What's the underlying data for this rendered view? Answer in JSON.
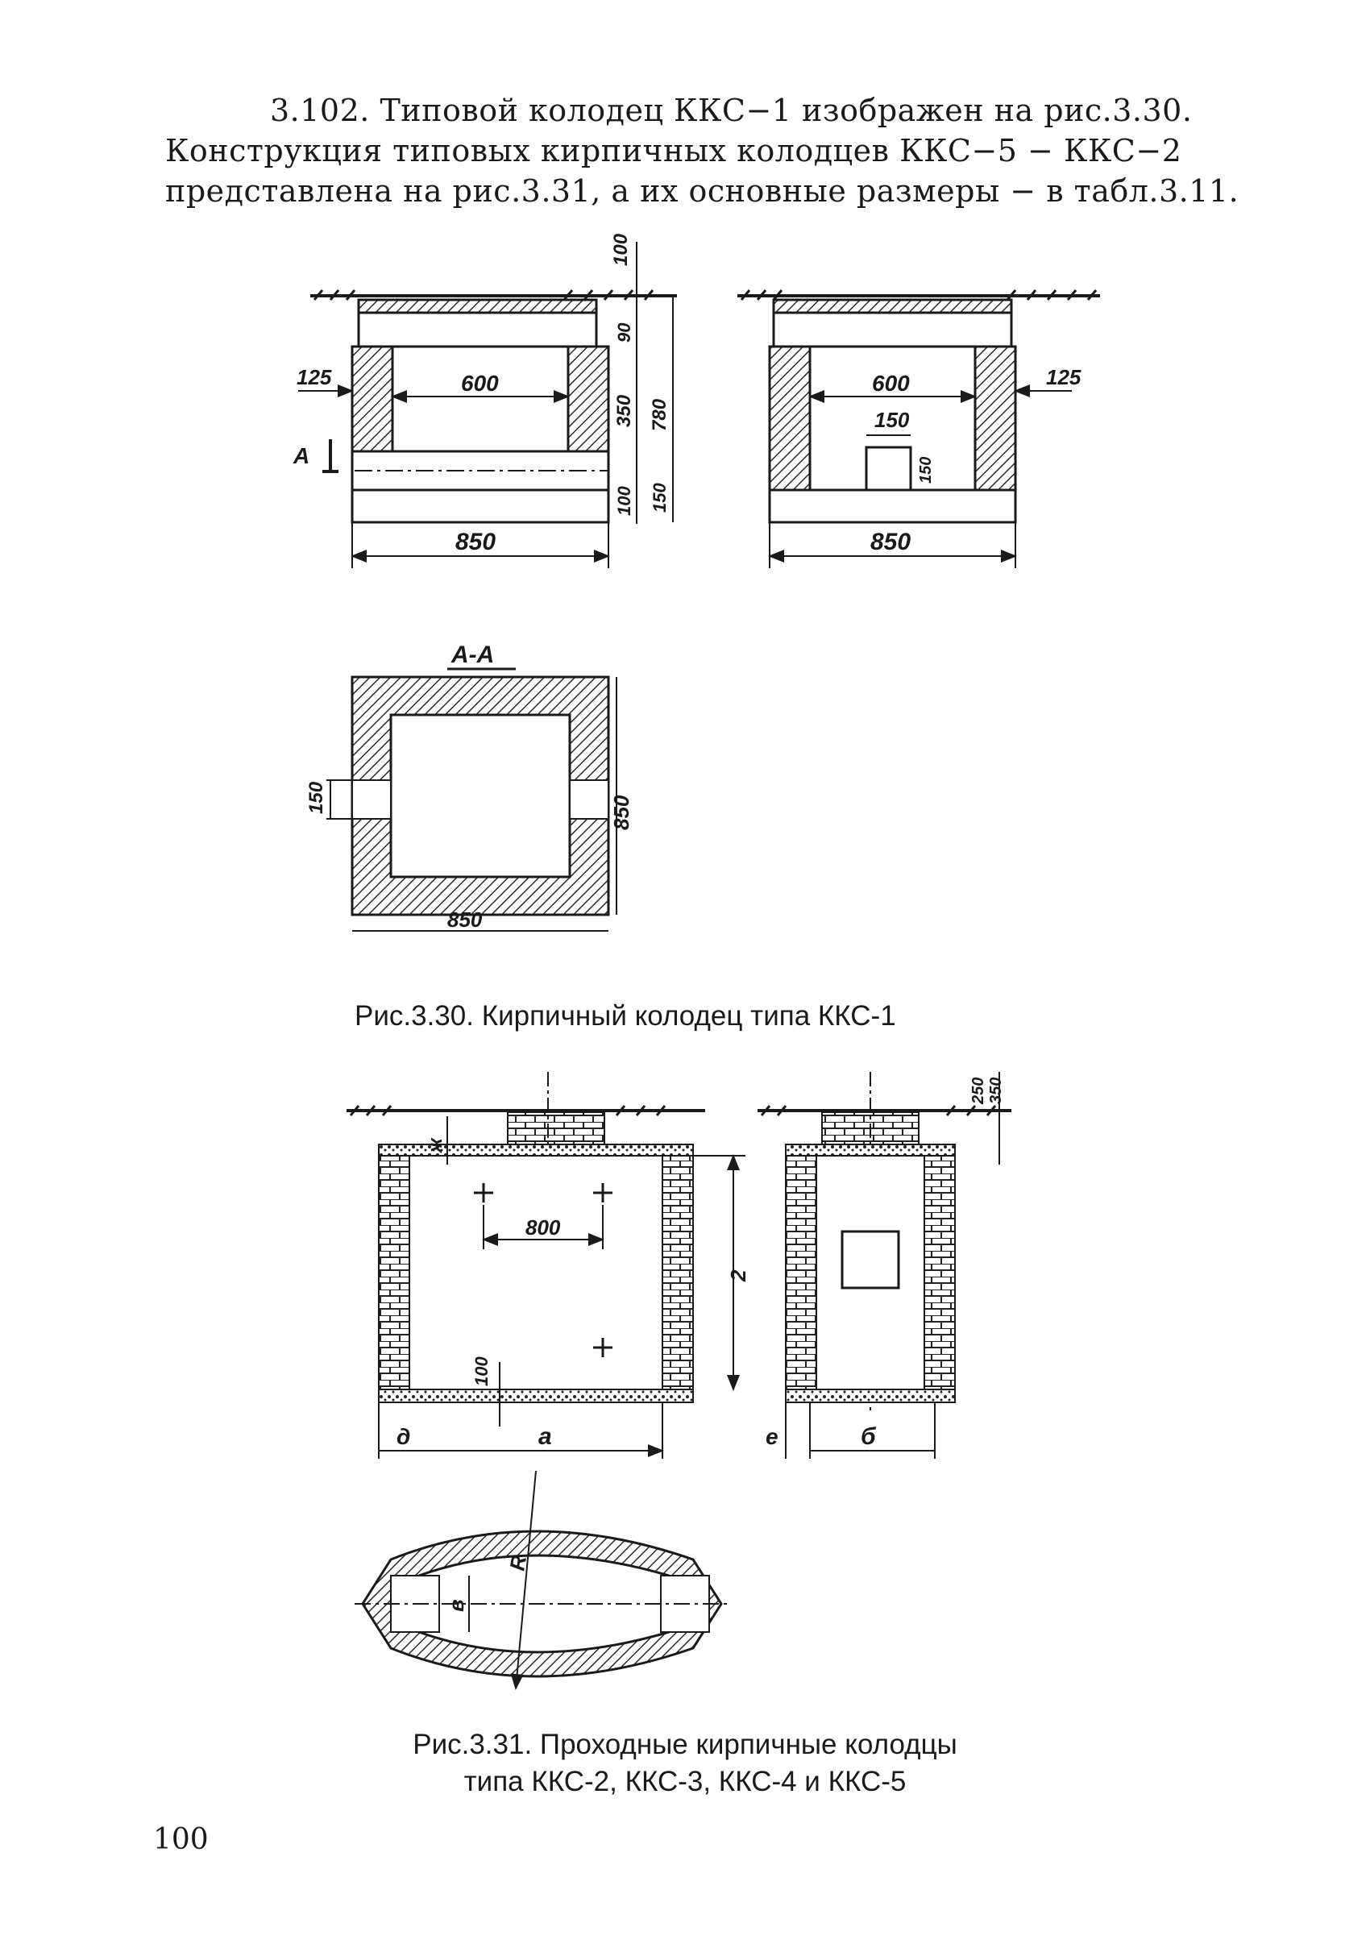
{
  "paragraph": {
    "line1": "3.102. Типовой колодец ККС−1 изображен на рис.3.30.",
    "line2": "Конструкция типовых кирпичных колодцев ККС−5 − ККС−2",
    "line3": "представлена на рис.3.31, а их основные размеры − в табл.3.11."
  },
  "fig330": {
    "caption": "Рис.3.30. Кирпичный колодец типа ККС-1",
    "left_view": {
      "dims": [
        "100",
        "90",
        "125",
        "600",
        "350",
        "780",
        "150",
        "100",
        "850"
      ],
      "section_mark": "A"
    },
    "right_view": {
      "dims": [
        "600",
        "125",
        "150",
        "150",
        "850"
      ]
    },
    "plan": {
      "section_label": "А-А",
      "dims": [
        "150",
        "850",
        "850"
      ]
    }
  },
  "fig331": {
    "caption_line1": "Рис.3.31. Проходные кирпичные колодцы",
    "caption_line2": "типа ККС-2, ККС-3, ККС-4 и ККС-5",
    "front_view": {
      "dims": [
        "ж",
        "800",
        "2",
        "100",
        "д",
        "а"
      ]
    },
    "side_view": {
      "dims": [
        "250",
        "350",
        "е",
        "б"
      ]
    },
    "plan": {
      "dims": [
        "в",
        "R"
      ]
    }
  },
  "page_number": "100"
}
